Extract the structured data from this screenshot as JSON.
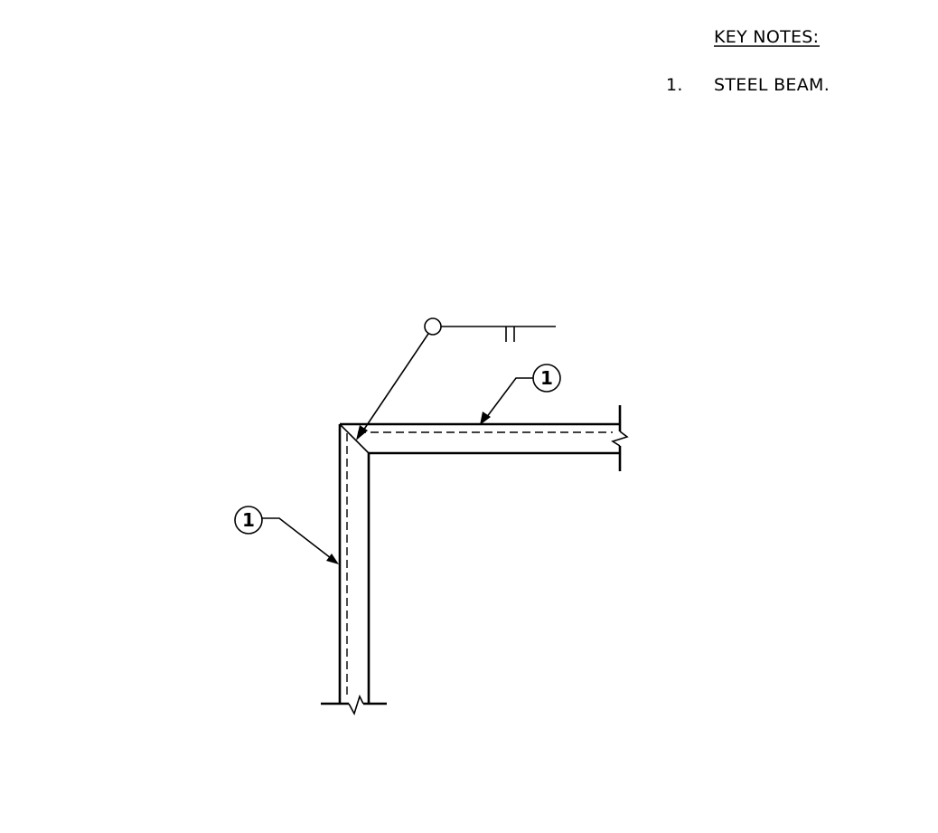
{
  "key_notes": {
    "heading": "KEY NOTES:",
    "items": [
      {
        "number": "1.",
        "text": "STEEL BEAM."
      }
    ]
  },
  "tags": {
    "horizontal_beam": "1",
    "vertical_beam": "1"
  }
}
